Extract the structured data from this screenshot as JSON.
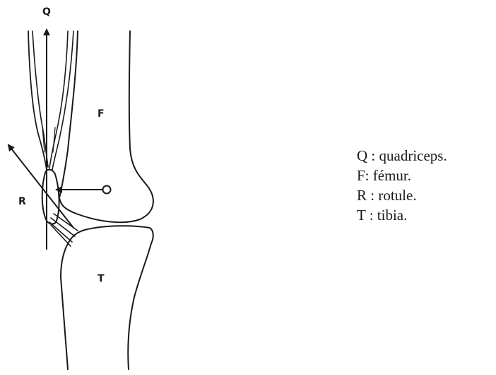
{
  "diagram": {
    "labels": {
      "quadriceps": "Q",
      "femur": "F",
      "rotule": "R",
      "tibia": "T"
    }
  },
  "legend": {
    "items": [
      "Q : quadriceps.",
      "F: fémur.",
      "R : rotule.",
      "T : tibia."
    ]
  },
  "colors": {
    "ink": "#1a1a1a",
    "background": "#ffffff"
  }
}
